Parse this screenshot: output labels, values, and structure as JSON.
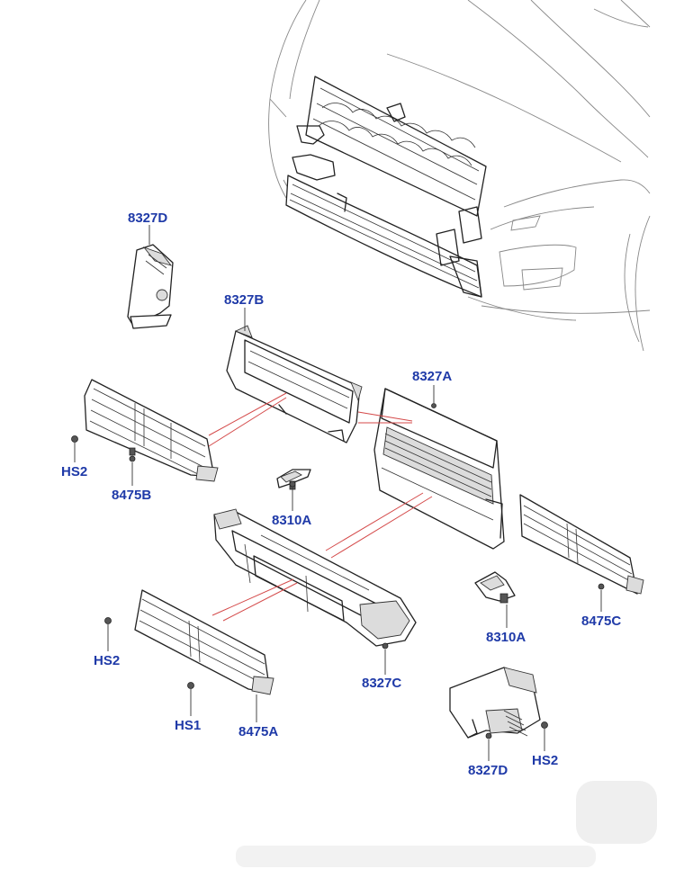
{
  "labels": {
    "dash_8327D_top": "8327D",
    "dash_8327B": "8327B",
    "dash_8327A": "8327A",
    "dash_HS2_left": "HS2",
    "dash_8475B": "8475B",
    "dash_8310A_mid": "8310A",
    "dash_8475C": "8475C",
    "dash_8310A_right": "8310A",
    "dash_HS2_lower": "HS2",
    "dash_8327C": "8327C",
    "dash_HS1": "HS1",
    "dash_8475A": "8475A",
    "dash_8327D_bottom": "8327D",
    "dash_HS2_bottom": "HS2"
  },
  "colors": {
    "label": "#1f3aa8",
    "leader_red": "#d44a4a",
    "line": "#222222"
  }
}
